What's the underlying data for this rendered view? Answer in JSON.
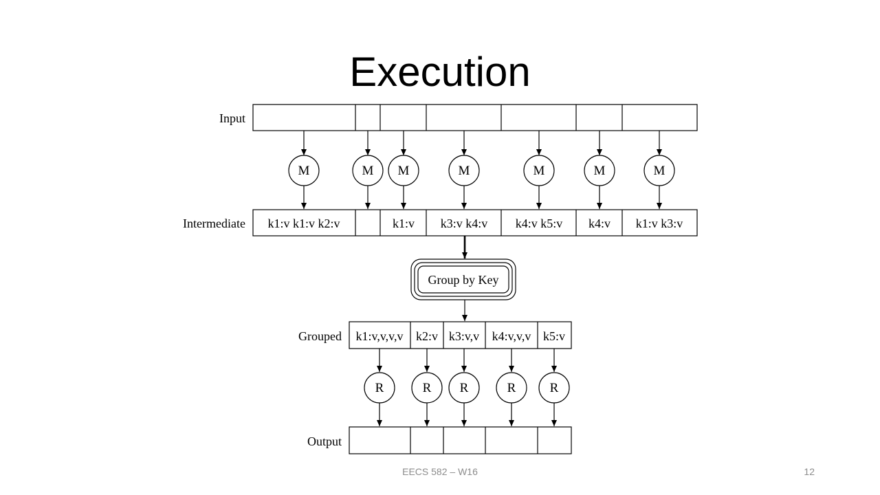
{
  "slide": {
    "title": "Execution",
    "footer": "EECS 582 – W16",
    "page": "12"
  },
  "diagram": {
    "rows": {
      "input": "Input",
      "intermediate": "Intermediate",
      "grouped": "Grouped",
      "output": "Output"
    },
    "map_node": "M",
    "reduce_node": "R",
    "group_node": "Group by Key",
    "intermediate_cells": [
      "k1:v k1:v k2:v",
      "",
      "k1:v",
      "k3:v k4:v",
      "k4:v k5:v",
      "k4:v",
      "k1:v k3:v"
    ],
    "grouped_cells": [
      "k1:v,v,v,v",
      "k2:v",
      "k3:v,v",
      "k4:v,v,v",
      "k5:v"
    ]
  }
}
